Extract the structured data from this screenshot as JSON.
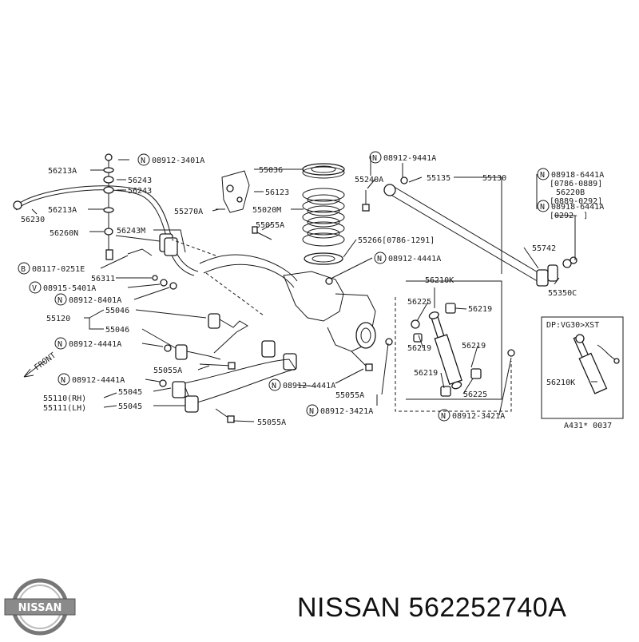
{
  "callouts": {
    "c_56213A_top": "56213A",
    "c_08912_3401A": "08912-3401A",
    "c_56243_a": "56243",
    "c_56243_b": "56243",
    "c_56213A_mid": "56213A",
    "c_56230": "56230",
    "c_56260N": "56260N",
    "c_56243M": "56243M",
    "c_08117_0251E": "08117-0251E",
    "c_56311": "56311",
    "c_08915_5401A": "08915-5401A",
    "c_08912_8401A": "08912-8401A",
    "c_55046_a": "55046",
    "c_55120": "55120",
    "c_55046_b": "55046",
    "c_08912_4441A_l1": "08912-4441A",
    "c_front": "FRONT",
    "c_08912_4441A_l2": "08912-4441A",
    "c_55055A_mid": "55055A",
    "c_55110": "55110(RH)",
    "c_55111": "55111(LH)",
    "c_55045_a": "55045",
    "c_55045_b": "55045",
    "c_55055A_bot": "55055A",
    "c_55036": "55036",
    "c_56123": "56123",
    "c_55270A": "55270A",
    "c_55020M": "55020M",
    "c_55055A_top": "55055A",
    "c_55266": "55266[0786-1291]",
    "c_08912_4441A_c": "08912-4441A",
    "c_08912_4441A_d": "08912-4441A",
    "c_55055A_c": "55055A",
    "c_08912_3421A_a": "08912-3421A",
    "c_08912_9441A": "08912-9441A",
    "c_55240A": "55240A",
    "c_55135": "55135",
    "c_55130": "55130",
    "c_08918_6441A_a": "08918-6441A",
    "c_0786_0889": "[0786-0889]",
    "c_56220B": "56220B",
    "c_0889_0292": "[0889-0292]",
    "c_08918_6441A_b": "08918-6441A",
    "c_0292": "[0292-    ]",
    "c_55742": "55742",
    "c_55350C": "55350C",
    "c_56210K": "56210K",
    "c_56225_a": "56225",
    "c_56219_a": "56219",
    "c_56219_b": "56219",
    "c_56219_c": "56219",
    "c_56219_d": "56219",
    "c_56225_b": "56225",
    "c_08912_3421A_b": "08912-3421A",
    "c_dpvg30": "DP:VG30>XST",
    "c_56210K_b": "56210K",
    "c_ref": "A431* 0037"
  },
  "prefixes": {
    "nut": "N",
    "bolt_b": "B",
    "washer_v": "V"
  },
  "brand": {
    "logo_text": "NISSAN"
  },
  "footer": {
    "part_label": "NISSAN 562252740A"
  }
}
